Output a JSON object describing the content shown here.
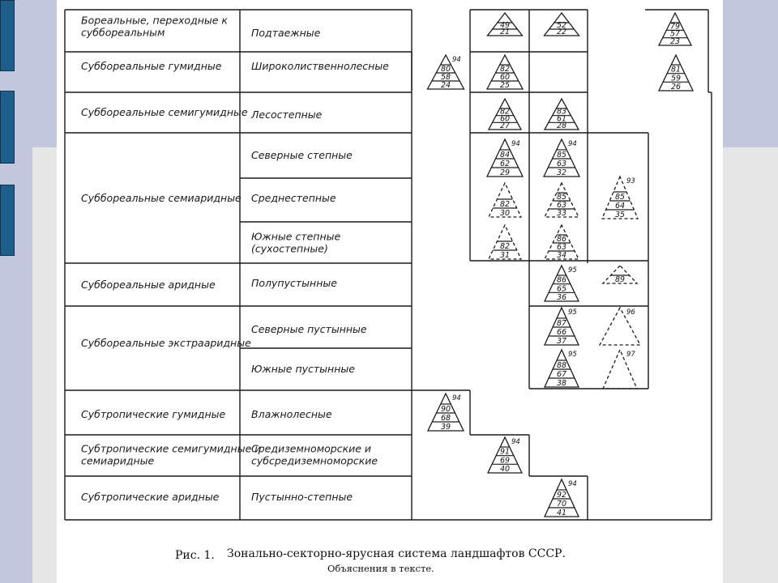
{
  "zones": [
    {
      "zone": "Бореальные, переходные к суббореальным",
      "types": [
        "Подтаежные"
      ]
    },
    {
      "zone": "Суббореальные гумидные",
      "types": [
        "Широколиственнолесные"
      ]
    },
    {
      "zone": "Суббореальные семигумидные",
      "types": [
        "Лесостепные"
      ]
    },
    {
      "zone": "Суббореальные семиаридные",
      "types": [
        "Северные степные",
        "Среднестепные",
        "Южные степные (сухостепные)"
      ]
    },
    {
      "zone": "Суббореальные аридные",
      "types": [
        "Полупустынные"
      ]
    },
    {
      "zone": "Суббореальные экстрааридные",
      "types": [
        "Северные пустынные",
        "Южные пустынные"
      ]
    },
    {
      "zone": "Субтропические гумидные",
      "types": [
        "Влажнолесные"
      ]
    },
    {
      "zone": "Субтропические семигумидные и семиаридные",
      "types": [
        "Средиземноморские и субсредиземноморские"
      ]
    },
    {
      "zone": "Субтропические аридные",
      "types": [
        "Пустынно-степные"
      ]
    }
  ],
  "pyramids": [
    {
      "nums": [
        "49",
        "21"
      ],
      "tag": ""
    },
    {
      "nums": [
        "52",
        "22"
      ],
      "tag": ""
    },
    {
      "nums": [
        "79",
        "57",
        "23"
      ],
      "tag": ""
    },
    {
      "nums": [
        "80",
        "58",
        "24"
      ],
      "tag": "94"
    },
    {
      "nums": [
        "82",
        "60",
        "25"
      ],
      "tag": ""
    },
    {
      "nums": [
        "81",
        "59",
        "26"
      ],
      "tag": ""
    },
    {
      "nums": [
        "82",
        "60",
        "27"
      ],
      "tag": ""
    },
    {
      "nums": [
        "83",
        "61",
        "28"
      ],
      "tag": ""
    },
    {
      "nums": [
        "84",
        "62",
        "29"
      ],
      "tag": "94"
    },
    {
      "nums": [
        "85",
        "63",
        "32"
      ],
      "tag": "94"
    },
    {
      "nums": [
        "82",
        "30"
      ],
      "tag": ""
    },
    {
      "nums": [
        "85",
        "63",
        "33"
      ],
      "tag": ""
    },
    {
      "nums": [
        "85",
        "64",
        "35"
      ],
      "tag": "93"
    },
    {
      "nums": [
        "82",
        "31"
      ],
      "tag": ""
    },
    {
      "nums": [
        "86",
        "63",
        "34"
      ],
      "tag": ""
    },
    {
      "nums": [
        "86",
        "65",
        "36"
      ],
      "tag": "95"
    },
    {
      "nums": [
        "89"
      ],
      "tag": ""
    },
    {
      "nums": [
        "87",
        "66",
        "37"
      ],
      "tag": "95"
    },
    {
      "nums": [],
      "tag": "96"
    },
    {
      "nums": [
        "88",
        "67",
        "38"
      ],
      "tag": "95"
    },
    {
      "nums": [],
      "tag": "97"
    },
    {
      "nums": [
        "90",
        "68",
        "39"
      ],
      "tag": "94"
    },
    {
      "nums": [
        "91",
        "69",
        "40"
      ],
      "tag": "94"
    },
    {
      "nums": [
        "92",
        "70",
        "41"
      ],
      "tag": "94"
    }
  ],
  "caption": {
    "label": "Рис. 1.",
    "title": "Зонально-секторно-ярусная система ландшафтов СССР.",
    "note": "Объяснения в тексте."
  }
}
